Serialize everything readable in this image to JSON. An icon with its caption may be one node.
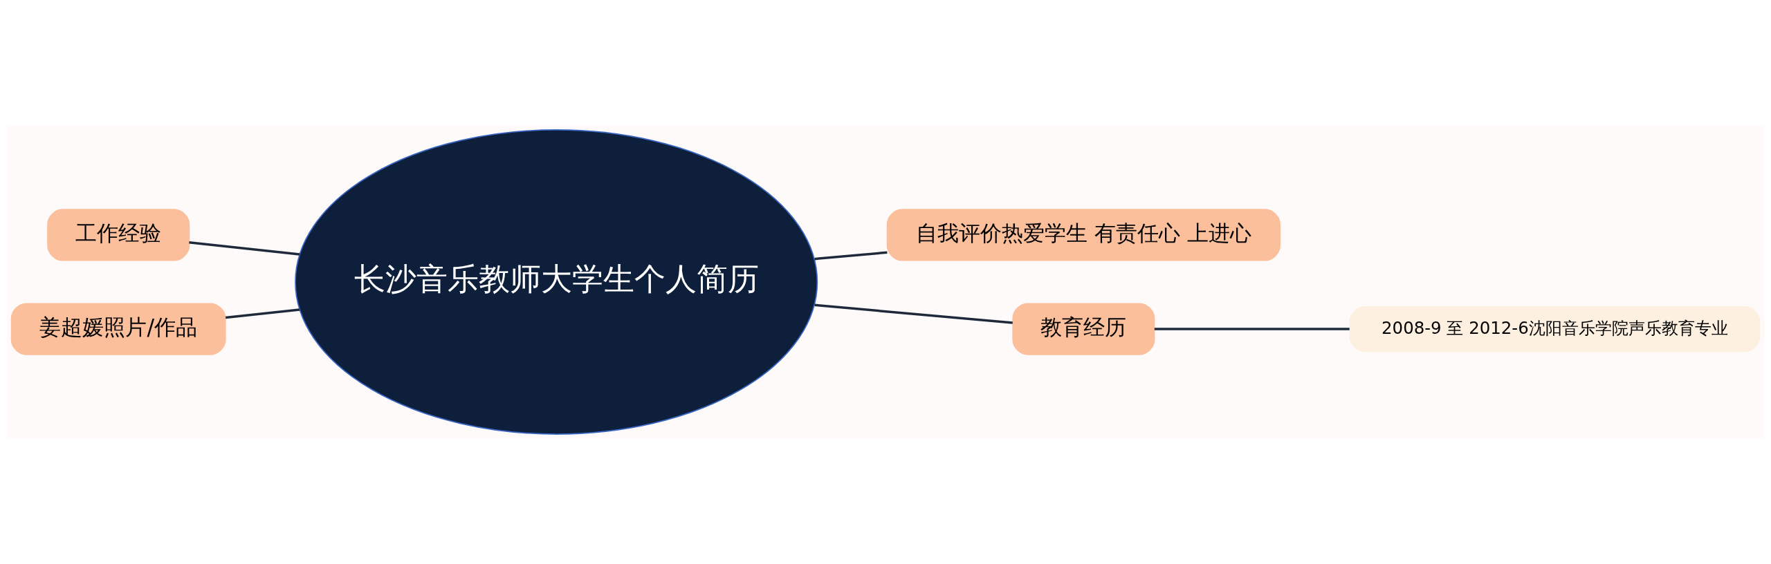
{
  "diagram": {
    "nodes": [
      {
        "text": [
          "长沙音乐教师大学生个人简历"
        ]
      },
      {
        "text": [
          "工作经验"
        ]
      },
      {
        "text": [
          "姜超媛照片/作品"
        ]
      },
      {
        "text": [
          "自我评价热爱学生 有责任心 上进心"
        ]
      },
      {
        "text": [
          "教育经历"
        ]
      },
      {
        "text": [
          "2008-9 至 2012-6沈阳音乐学院声乐教育专业"
        ]
      }
    ],
    "edges": [
      {
        "from": 0,
        "to": 1,
        "arrow": "none"
      },
      {
        "from": 0,
        "to": 2,
        "arrow": "none"
      },
      {
        "from": 0,
        "to": 3,
        "arrow": "none"
      },
      {
        "from": 0,
        "to": 4,
        "arrow": "none"
      },
      {
        "from": 4,
        "to": 5,
        "arrow": "none"
      }
    ]
  }
}
